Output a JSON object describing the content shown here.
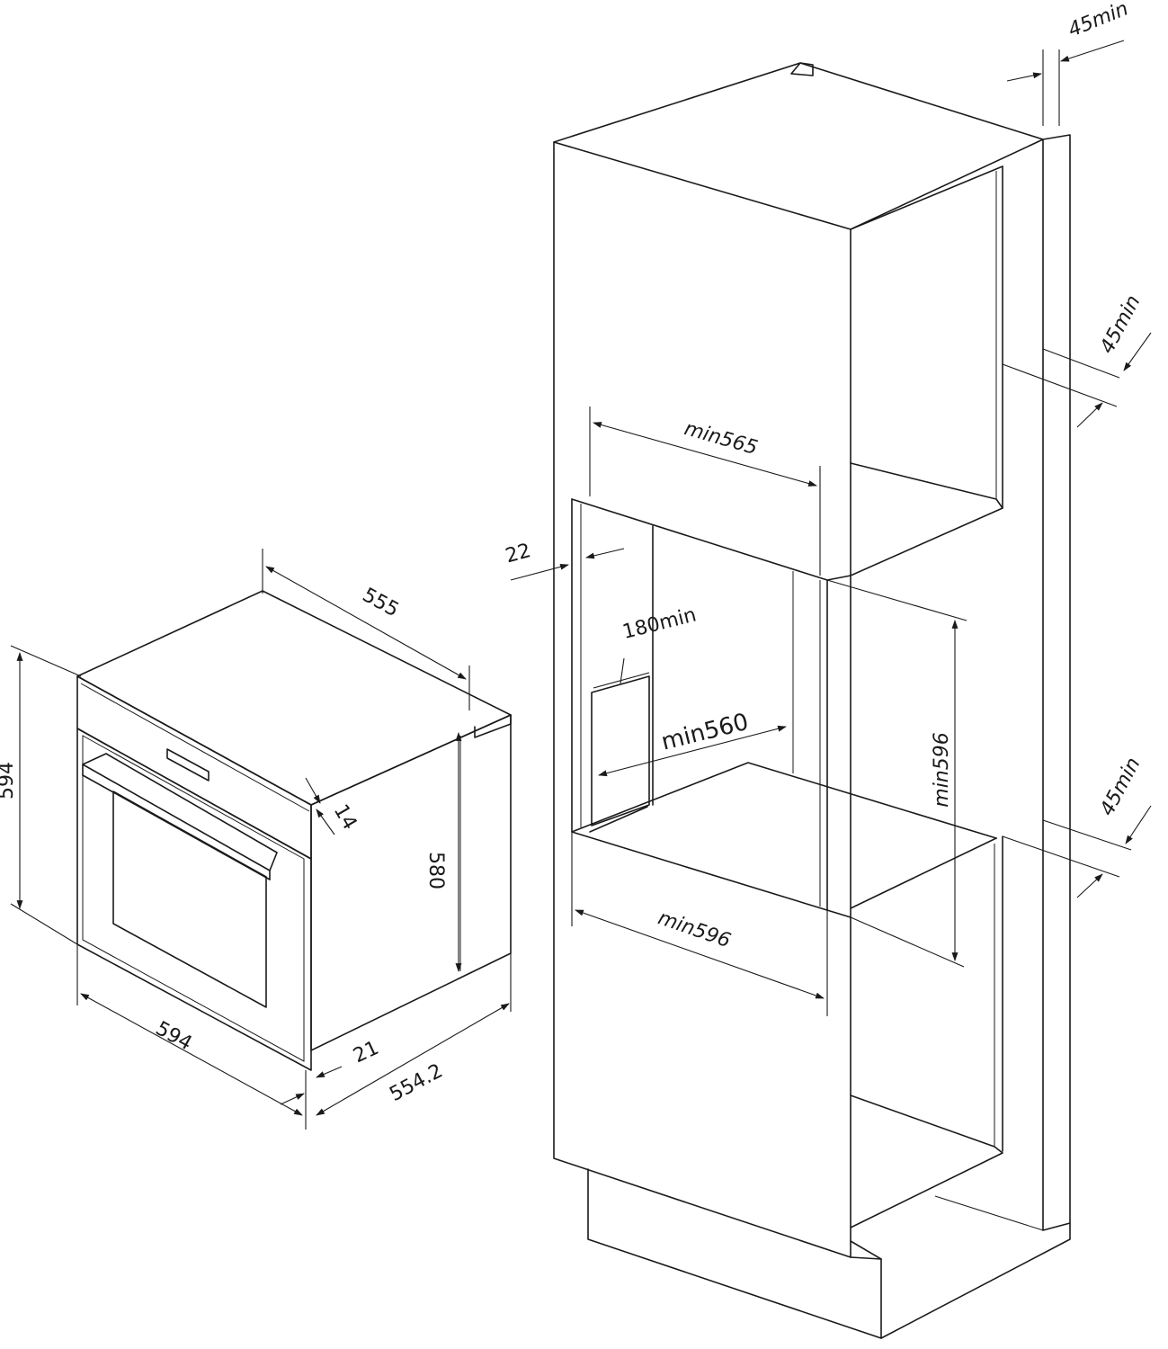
{
  "oven": {
    "width_front": "594",
    "height_left": "594",
    "depth_top": "555",
    "body_height": "580",
    "door_thickness": "14",
    "front_panel": "21",
    "body_depth": "554.2"
  },
  "cabinet": {
    "top_gap": "45min",
    "rear_gap_upper": "45min",
    "rear_gap_lower": "45min",
    "opening_width_top": "min565",
    "side_offset": "22",
    "vent_height": "180min",
    "depth_min": "min560",
    "opening_height": "min596",
    "opening_width_bottom": "min596"
  }
}
